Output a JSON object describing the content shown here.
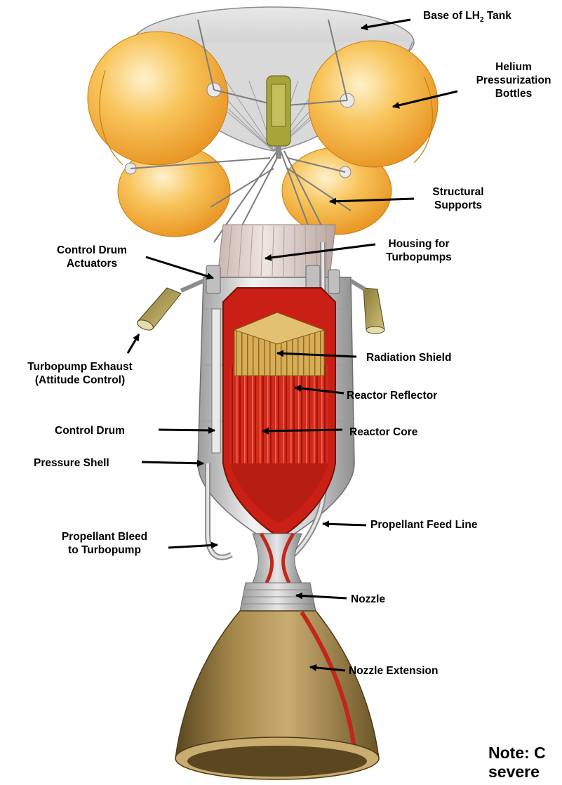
{
  "colors": {
    "bottle": "#f5b23a",
    "bottle_highlight": "#fde3a6",
    "reactor_red": "#d52a1c",
    "reactor_dark": "#8e130c",
    "shield_gold": "#c89a3e",
    "shell_gray": "#cfcfcf",
    "nozzle_bronze": "#9b7a3e",
    "actuator_olive": "#a7a23a",
    "arrow": "#000000"
  },
  "labels": {
    "base_lh2_tank": {
      "pre": "Base of LH",
      "sub": "2",
      "post": " Tank"
    },
    "helium_bottles": [
      "Helium",
      "Pressurization",
      "Bottles"
    ],
    "structural_supports": [
      "Structural",
      "Supports"
    ],
    "housing_turbopumps": [
      "Housing for",
      "Turbopumps"
    ],
    "control_drum_actuators": [
      "Control Drum",
      "Actuators"
    ],
    "turbopump_exhaust": [
      "Turbopump Exhaust",
      "(Attitude Control)"
    ],
    "radiation_shield": "Radiation Shield",
    "reactor_reflector": "Reactor Reflector",
    "control_drum": "Control Drum",
    "reactor_core": "Reactor Core",
    "pressure_shell": "Pressure Shell",
    "propellant_bleed": [
      "Propellant Bleed",
      "to Turbopump"
    ],
    "propellant_feed_line": "Propellant Feed Line",
    "nozzle": "Nozzle",
    "nozzle_extension": "Nozzle Extension"
  },
  "note": {
    "line1": "Note: C",
    "line2": "severe"
  }
}
